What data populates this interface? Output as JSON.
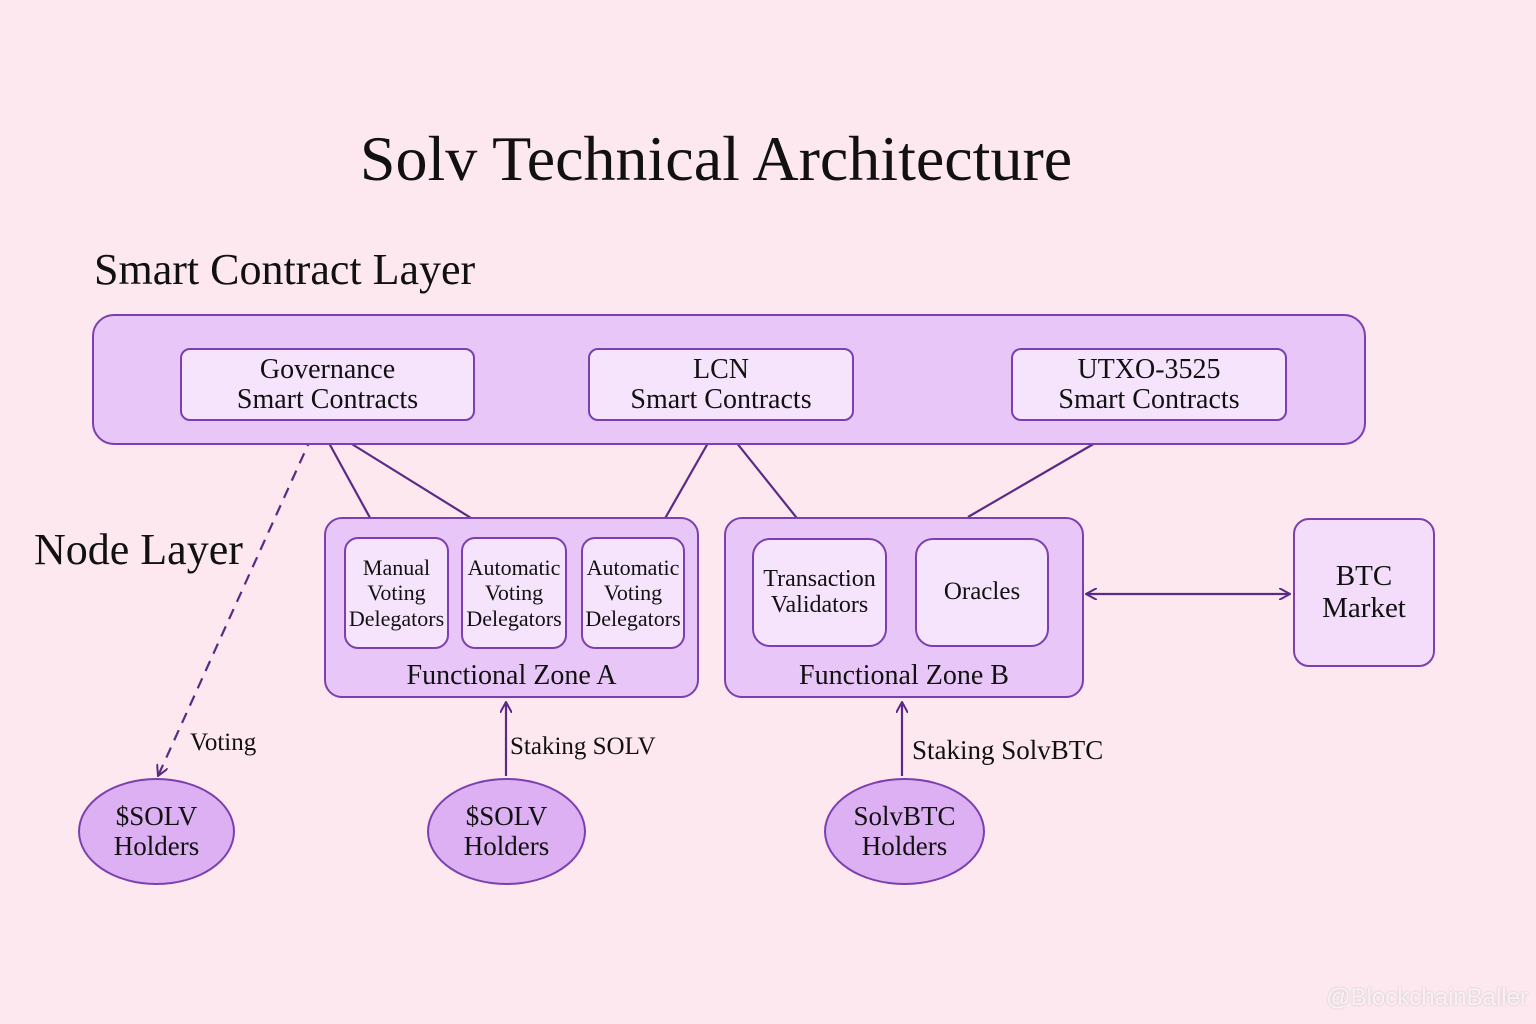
{
  "title": "Solv Technical Architecture",
  "smart_contract_layer": {
    "label": "Smart Contract Layer",
    "contracts": [
      {
        "line1": "Governance",
        "line2": "Smart Contracts"
      },
      {
        "line1": "LCN",
        "line2": "Smart Contracts"
      },
      {
        "line1": "UTXO-3525",
        "line2": "Smart Contracts"
      }
    ]
  },
  "node_layer": {
    "label": "Node Layer",
    "zone_a": {
      "label": "Functional Zone A",
      "nodes": [
        {
          "line1": "Manual",
          "line2": "Voting",
          "line3": "Delegators"
        },
        {
          "line1": "Automatic",
          "line2": "Voting",
          "line3": "Delegators"
        },
        {
          "line1": "Automatic",
          "line2": "Voting",
          "line3": "Delegators"
        }
      ]
    },
    "zone_b": {
      "label": "Functional Zone B",
      "nodes": [
        {
          "line1": "Transaction",
          "line2": "Validators"
        },
        {
          "line1": "Oracles"
        }
      ]
    },
    "btc_market": {
      "line1": "BTC",
      "line2": "Market"
    }
  },
  "holders": [
    {
      "line1": "$SOLV",
      "line2": "Holders"
    },
    {
      "line1": "$SOLV",
      "line2": "Holders"
    },
    {
      "line1": "SolvBTC",
      "line2": "Holders"
    }
  ],
  "edge_labels": {
    "voting": "Voting",
    "staking_solv": "Staking SOLV",
    "staking_solvbtc": "Staking SolvBTC"
  },
  "watermark": "@BlockchainBaller",
  "colors": {
    "background": "#fde8ef",
    "layer_fill": "#e8c6f7",
    "card_fill": "#f6e3fc",
    "holder_fill": "#dcb0f2",
    "stroke": "#7b3fb0"
  }
}
